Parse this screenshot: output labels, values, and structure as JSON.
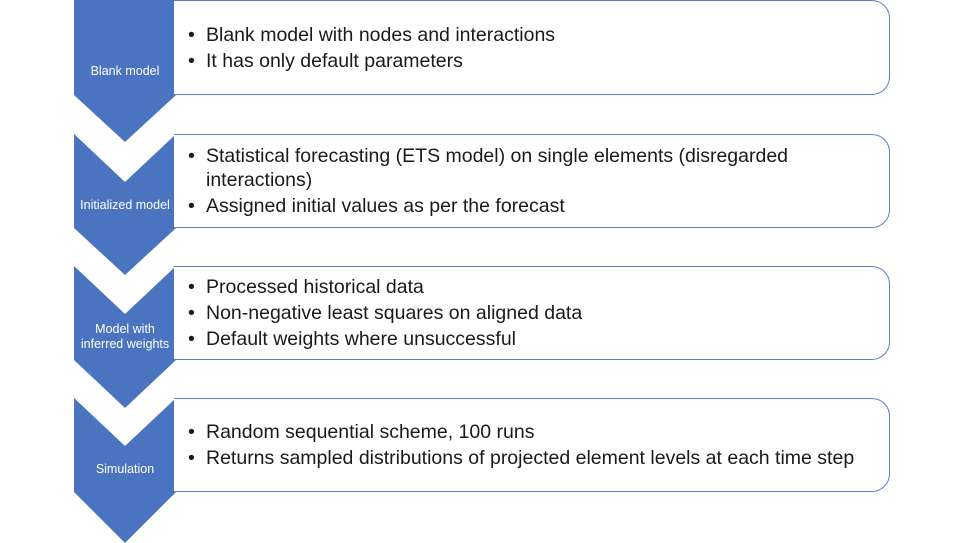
{
  "colors": {
    "chevron_fill": "#4a73c0",
    "box_border": "#5b7fbe",
    "text": "#1a1a1a"
  },
  "stages": [
    {
      "label": "Blank model",
      "bullets": [
        "Blank model with nodes and interactions",
        "It has only default parameters"
      ]
    },
    {
      "label": "Initialized model",
      "bullets": [
        "Statistical forecasting (ETS model) on single elements (disregarded interactions)",
        "Assigned initial values as per the forecast"
      ]
    },
    {
      "label": "Model with inferred weights",
      "bullets": [
        "Processed historical data",
        "Non-negative least squares on aligned data",
        "Default weights where unsuccessful"
      ]
    },
    {
      "label": "Simulation",
      "bullets": [
        "Random sequential scheme, 100 runs",
        "Returns sampled distributions of projected element levels at each time step"
      ]
    }
  ]
}
